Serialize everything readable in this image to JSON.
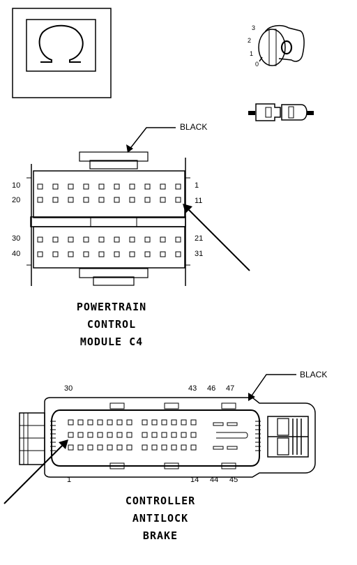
{
  "labels": {
    "black_top": "BLACK",
    "black_bottom": "BLACK",
    "pcm_pins": [
      "10",
      "1",
      "20",
      "11",
      "30",
      "21",
      "40",
      "31"
    ],
    "key_positions": [
      "3",
      "2",
      "1",
      "0"
    ],
    "abs_pins_top": [
      "30",
      "43",
      "46",
      "47"
    ],
    "abs_pins_bottom": [
      "1",
      "14",
      "44",
      "45"
    ]
  },
  "captions": {
    "pcm": [
      "POWERTRAIN",
      "CONTROL",
      "MODULE C4"
    ],
    "abs": [
      "CONTROLLER",
      "ANTILOCK",
      "BRAKE"
    ]
  },
  "colors": {
    "line": "#000000",
    "background": "#ffffff"
  },
  "icons": [
    "omega-icon",
    "ignition-key-icon",
    "connector-icon"
  ]
}
